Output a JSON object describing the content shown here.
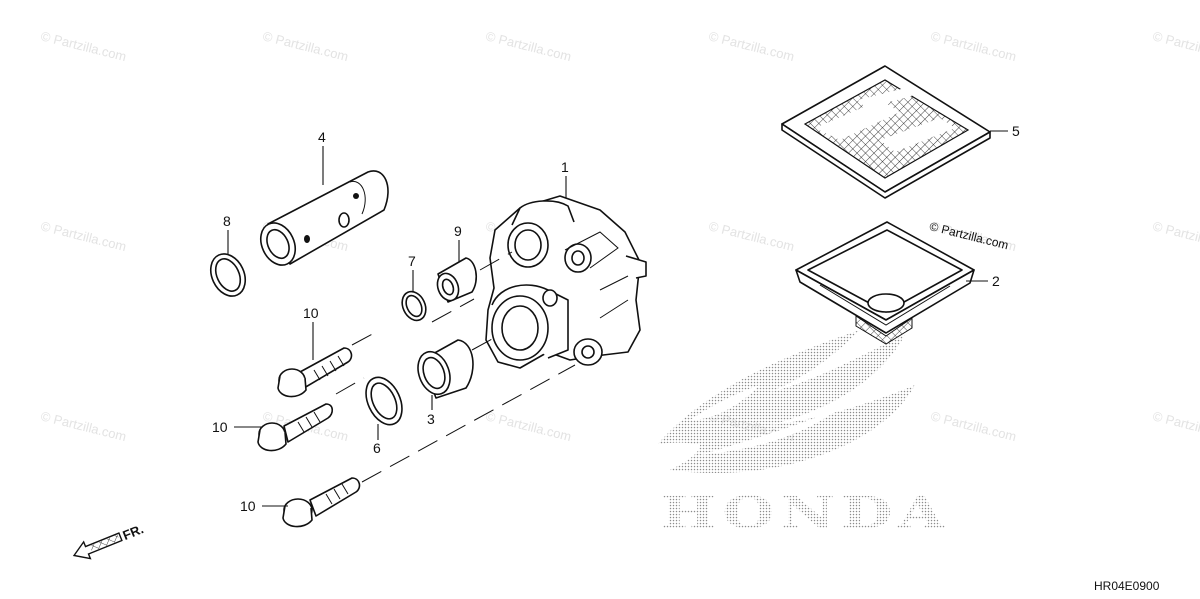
{
  "watermark": {
    "text": "© Partzilla.com"
  },
  "callouts": {
    "p1": "1",
    "p2": "2",
    "p3": "3",
    "p4": "4",
    "p5": "5",
    "p6": "6",
    "p7": "7",
    "p8": "8",
    "p9": "9",
    "p10a": "10",
    "p10b": "10",
    "p10c": "10"
  },
  "inline_watermark": "© Partzilla.com",
  "direction_label": "FR.",
  "logo_text": "HONDA",
  "diagram_code": "HR04E0900",
  "colors": {
    "line": "#111111",
    "watermark": "#e3e3e3",
    "logo_dots": "#9a9a9a"
  }
}
